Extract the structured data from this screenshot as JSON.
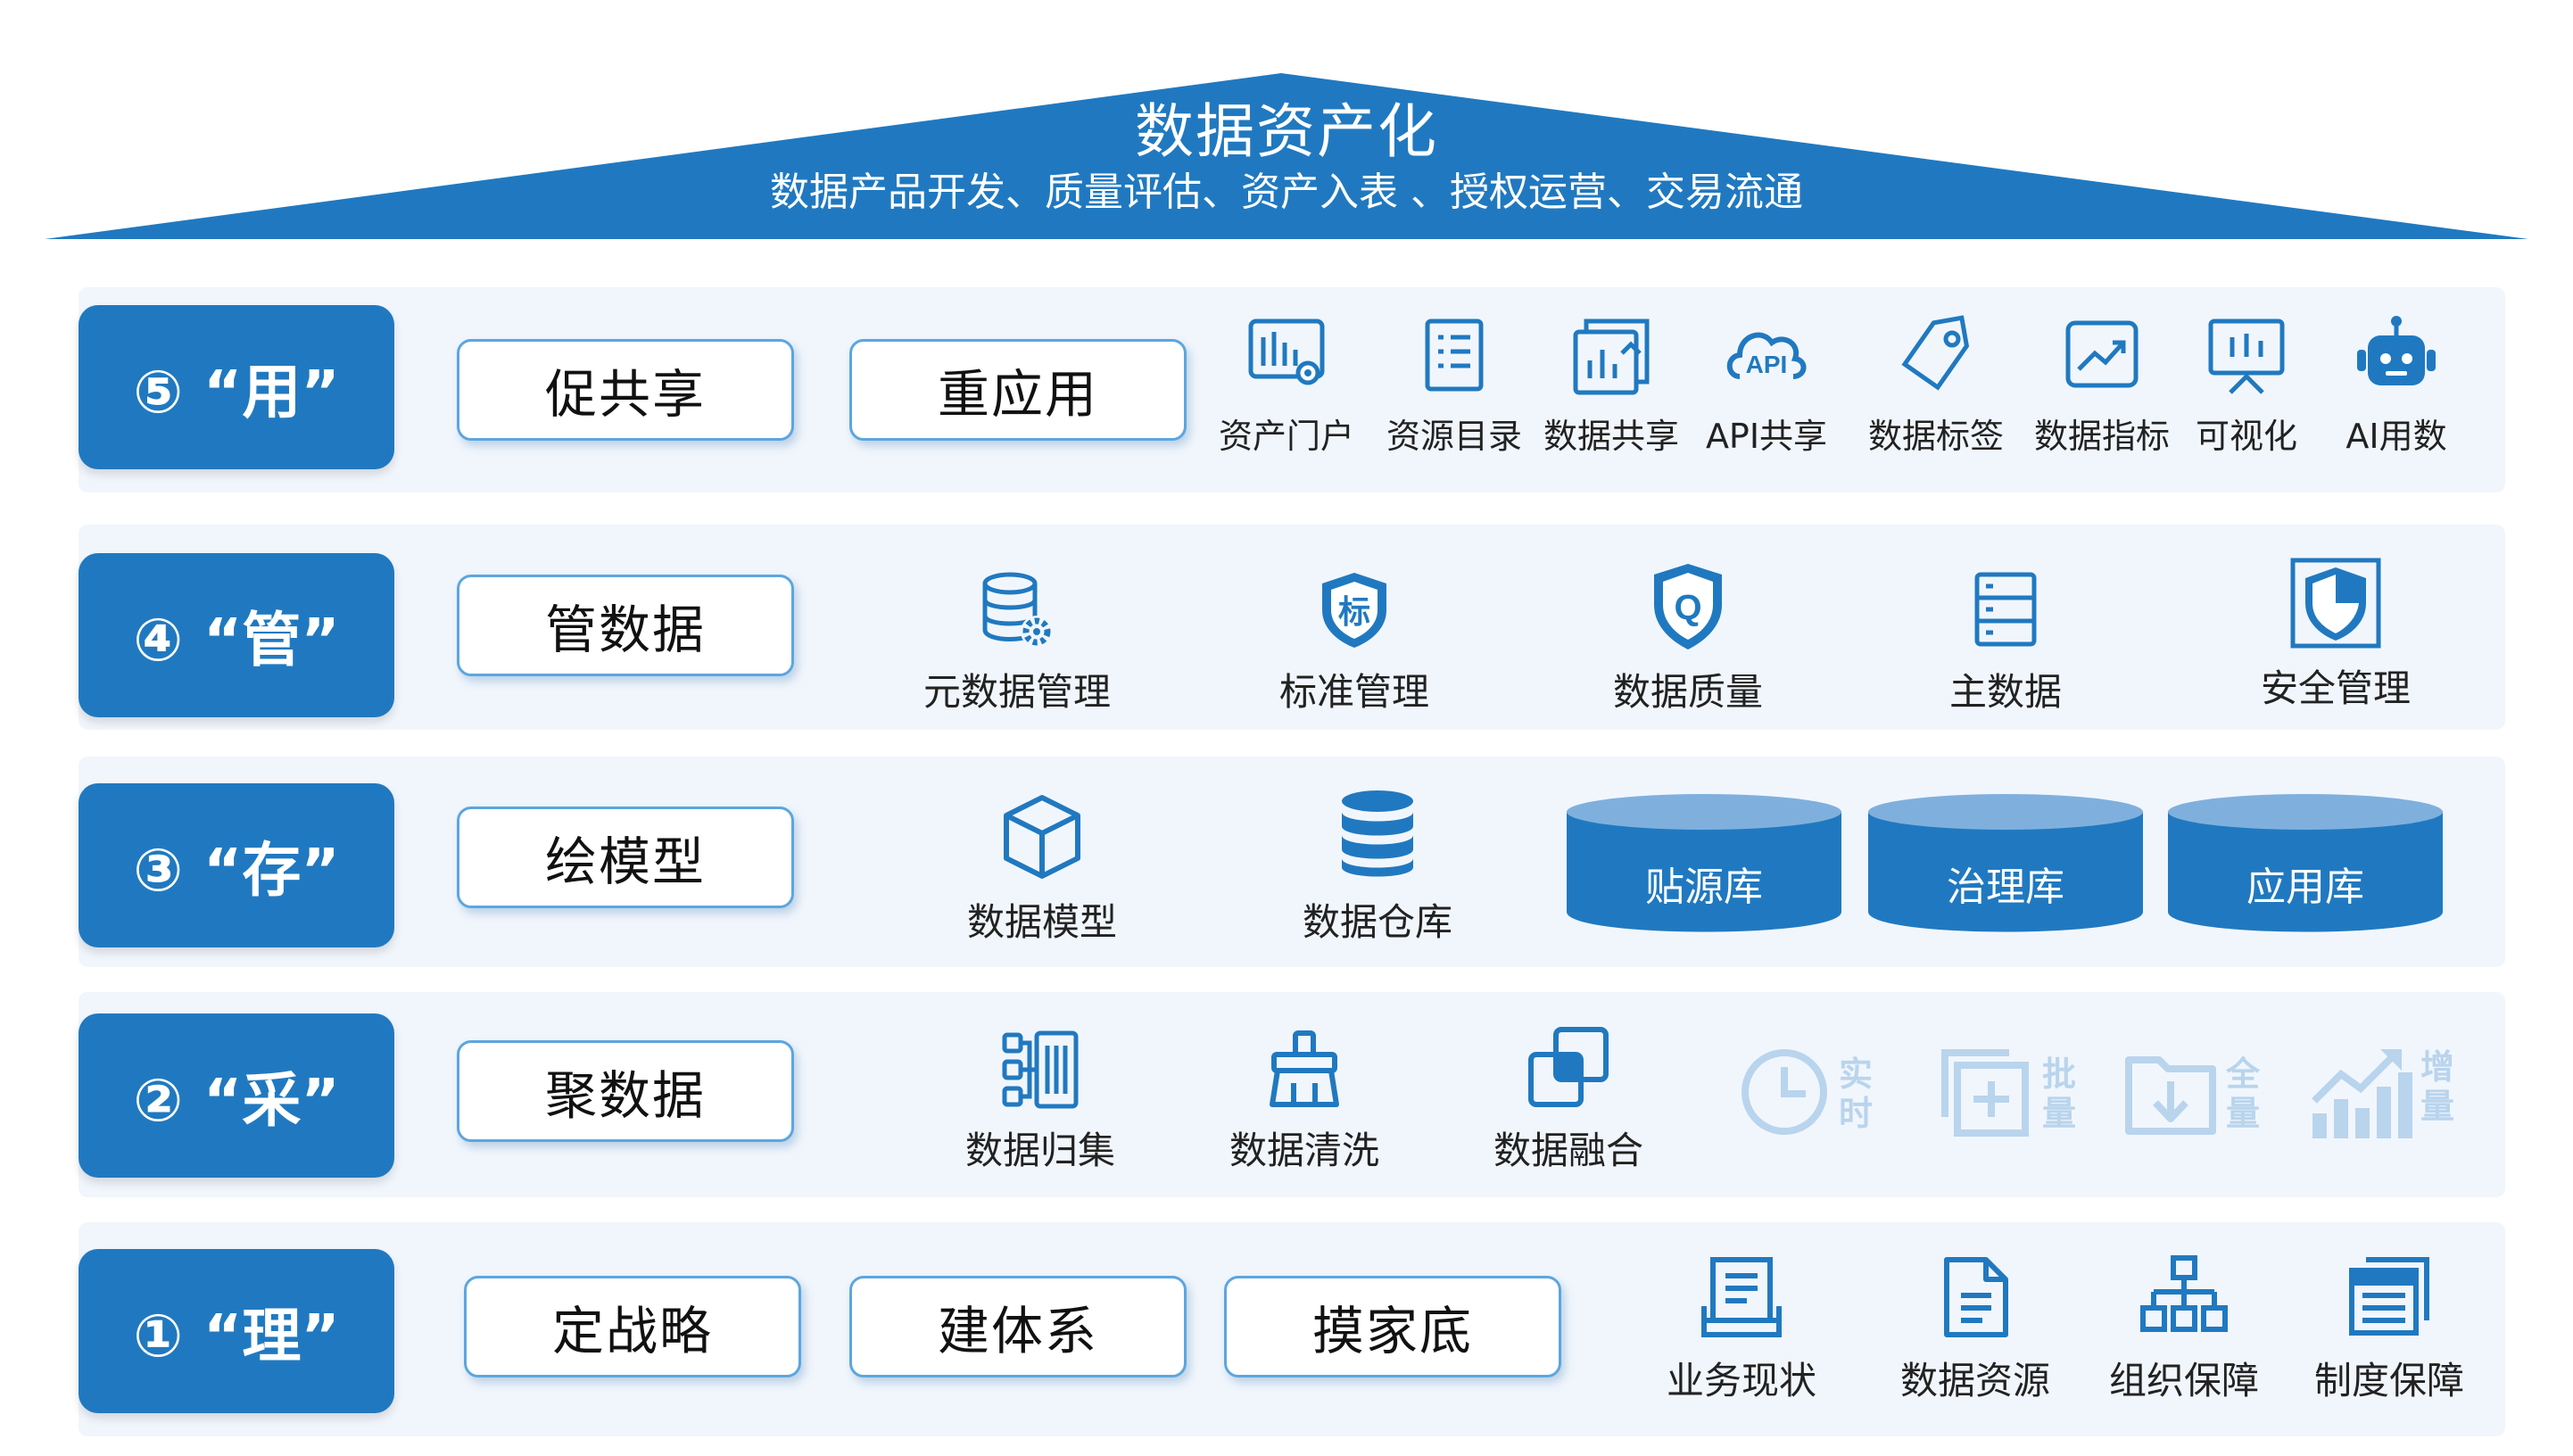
{
  "roof": {
    "title": "数据资产化",
    "subtitle": "数据产品开发、质量评估、资产入表 、授权运营、交易流通",
    "color": "#2079c0"
  },
  "layers": {
    "use": {
      "badge": "⑤ “用”",
      "pills": [
        "促共享",
        "重应用"
      ],
      "items": [
        {
          "label": "资产门户",
          "icon": "portal-icon"
        },
        {
          "label": "资源目录",
          "icon": "catalog-icon"
        },
        {
          "label": "数据共享",
          "icon": "share-icon"
        },
        {
          "label": "API共享",
          "icon": "api-cloud-icon"
        },
        {
          "label": "数据标签",
          "icon": "tag-icon"
        },
        {
          "label": "数据指标",
          "icon": "trend-icon"
        },
        {
          "label": "可视化",
          "icon": "visualization-icon"
        },
        {
          "label": "AI用数",
          "icon": "robot-icon"
        }
      ]
    },
    "manage": {
      "badge": "④ “管”",
      "pills": [
        "管数据"
      ],
      "items": [
        {
          "label": "元数据管理",
          "icon": "metadata-icon"
        },
        {
          "label": "标准管理",
          "icon": "standard-shield-icon",
          "icon_text": "标"
        },
        {
          "label": "数据质量",
          "icon": "quality-shield-icon",
          "icon_text": "Q"
        },
        {
          "label": "主数据",
          "icon": "master-data-icon"
        },
        {
          "label": "安全管理",
          "icon": "security-shield-icon"
        }
      ]
    },
    "store": {
      "badge": "③ “存”",
      "pills": [
        "绘模型"
      ],
      "items": [
        {
          "label": "数据模型",
          "icon": "cube-icon"
        },
        {
          "label": "数据仓库",
          "icon": "database-stack-icon"
        }
      ],
      "repos": [
        "贴源库",
        "治理库",
        "应用库"
      ]
    },
    "collect": {
      "badge": "② “采”",
      "pills": [
        "聚数据"
      ],
      "items": [
        {
          "label": "数据归集",
          "icon": "collection-icon"
        },
        {
          "label": "数据清洗",
          "icon": "broom-icon"
        },
        {
          "label": "数据融合",
          "icon": "merge-icon"
        }
      ],
      "modes": [
        {
          "text": "实时",
          "icon": "clock-icon"
        },
        {
          "text": "批量",
          "icon": "batch-icon"
        },
        {
          "text": "全量",
          "icon": "full-download-icon"
        },
        {
          "text": "增量",
          "icon": "increment-chart-icon"
        }
      ]
    },
    "organize": {
      "badge": "① “理”",
      "pills": [
        "定战略",
        "建体系",
        "摸家底"
      ],
      "items": [
        {
          "label": "业务现状",
          "icon": "business-status-icon"
        },
        {
          "label": "数据资源",
          "icon": "document-icon"
        },
        {
          "label": "组织保障",
          "icon": "org-chart-icon"
        },
        {
          "label": "制度保障",
          "icon": "policy-icon"
        }
      ]
    }
  },
  "colors": {
    "primary": "#2079c0",
    "icon": "#2079c0",
    "panel": "#f1f6fc",
    "pill_border": "#5ca6df",
    "mode_icon": "#b9d4ed"
  }
}
